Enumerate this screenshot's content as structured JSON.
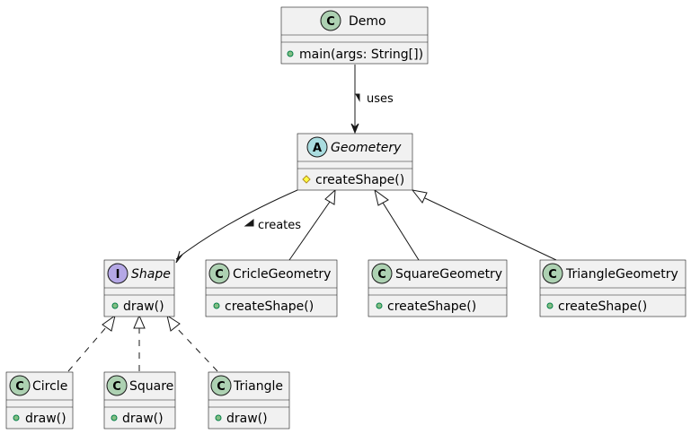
{
  "classes": {
    "demo": {
      "name": "Demo",
      "stereotype": "C",
      "members": [
        "main(args: String[])"
      ],
      "visibility": "public"
    },
    "geometery": {
      "name": "Geometery",
      "stereotype": "A",
      "members": [
        "createShape()"
      ],
      "visibility": "protected"
    },
    "shape": {
      "name": "Shape",
      "stereotype": "I",
      "members": [
        "draw()"
      ],
      "visibility": "public"
    },
    "cricle_geometry": {
      "name": "CricleGeometry",
      "stereotype": "C",
      "members": [
        "createShape()"
      ],
      "visibility": "public"
    },
    "square_geometry": {
      "name": "SquareGeometry",
      "stereotype": "C",
      "members": [
        "createShape()"
      ],
      "visibility": "public"
    },
    "triangle_geometry": {
      "name": "TriangleGeometry",
      "stereotype": "C",
      "members": [
        "createShape()"
      ],
      "visibility": "public"
    },
    "circle": {
      "name": "Circle",
      "stereotype": "C",
      "members": [
        "draw()"
      ],
      "visibility": "public"
    },
    "square": {
      "name": "Square",
      "stereotype": "C",
      "members": [
        "draw()"
      ],
      "visibility": "public"
    },
    "triangle": {
      "name": "Triangle",
      "stereotype": "C",
      "members": [
        "draw()"
      ],
      "visibility": "public"
    }
  },
  "relations": {
    "uses": {
      "label": "uses",
      "from": "Demo",
      "to": "Geometery",
      "type": "association"
    },
    "creates": {
      "label": "creates",
      "from": "Geometery",
      "to": "Shape",
      "type": "association"
    },
    "inherit_cricle": {
      "from": "CricleGeometry",
      "to": "Geometery",
      "type": "inheritance"
    },
    "inherit_square": {
      "from": "SquareGeometry",
      "to": "Geometery",
      "type": "inheritance"
    },
    "inherit_triangle": {
      "from": "TriangleGeometry",
      "to": "Geometery",
      "type": "inheritance"
    },
    "realize_circle": {
      "from": "Circle",
      "to": "Shape",
      "type": "realization"
    },
    "realize_square": {
      "from": "Square",
      "to": "Shape",
      "type": "realization"
    },
    "realize_triangle": {
      "from": "Triangle",
      "to": "Shape",
      "type": "realization"
    }
  },
  "colors": {
    "class_badge": "#add1b2",
    "abstract_badge": "#a9dcdf",
    "interface_badge": "#b4a7e5",
    "box_fill": "#f1f1f1",
    "public_dot": "#84be84"
  }
}
